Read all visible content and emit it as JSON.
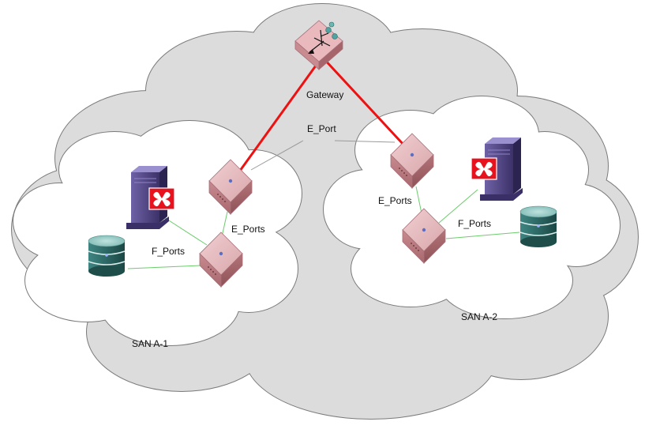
{
  "labels": {
    "gateway": "Gateway",
    "e_port": "E_Port",
    "san_left_e_ports": "E_Ports",
    "san_left_f_ports": "F_Ports",
    "san_right_e_ports": "E_Ports",
    "san_right_f_ports": "F_Ports",
    "san_left_name": "SAN A-1",
    "san_right_name": "SAN A-2"
  },
  "icons": {
    "switch": "switch-icon",
    "gateway": "gateway-router-icon",
    "server": "server-tower-icon",
    "storage": "storage-cylinder-icon",
    "vendor_logo": "brocade-logo-icon"
  },
  "colors": {
    "outer_cloud_fill": "#dcdcdc",
    "inner_cloud_fill": "#ffffff",
    "cloud_stroke": "#7a7a7a",
    "gateway_link": "#ee1111",
    "fabric_link": "#6ccc6c",
    "callout_line": "#9a9a9a",
    "switch_fill": "#d9a3a8",
    "server_fill": "#4a3f7a",
    "storage_fill": "#2f6b68",
    "logo_red": "#e8121e"
  }
}
